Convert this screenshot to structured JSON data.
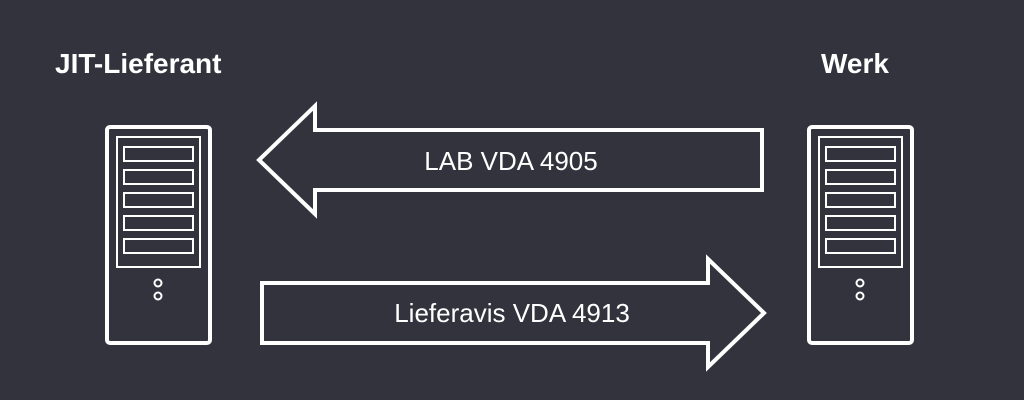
{
  "colors": {
    "background": "#32333c",
    "stroke": "#ffffff"
  },
  "nodes": {
    "left": {
      "title": "JIT-Lieferant",
      "icon": "server-tower-icon"
    },
    "right": {
      "title": "Werk",
      "icon": "server-tower-icon"
    }
  },
  "arrows": {
    "top": {
      "label": "LAB VDA 4905",
      "direction": "to-left"
    },
    "bottom": {
      "label": "Lieferavis VDA 4913",
      "direction": "to-right"
    }
  }
}
